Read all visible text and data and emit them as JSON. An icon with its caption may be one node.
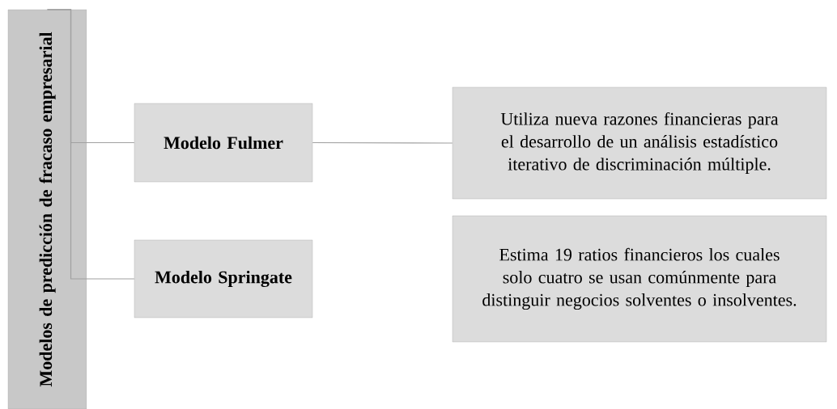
{
  "diagram": {
    "nodes": [
      {
        "text": [
          "Modelos de predicción de fracaso empresarial"
        ]
      },
      {
        "text": [
          "Modelo Fulmer"
        ]
      },
      {
        "text": [
          "Modelo Springate"
        ]
      },
      {
        "text": [
          "Utiliza nueva razones financieras para el desarrollo de un análisis estadístico iterativo de discriminación múltiple."
        ]
      },
      {
        "text": [
          "Estima 19 ratios financieros los cuales solo cuatro se usan comúnmente para distinguir negocios solventes o insolventes."
        ]
      }
    ],
    "edges": [
      {
        "from": 0,
        "to": 1,
        "arrow": "none"
      },
      {
        "from": 0,
        "to": 2,
        "arrow": "none"
      },
      {
        "from": 1,
        "to": 3,
        "arrow": "none"
      }
    ]
  }
}
